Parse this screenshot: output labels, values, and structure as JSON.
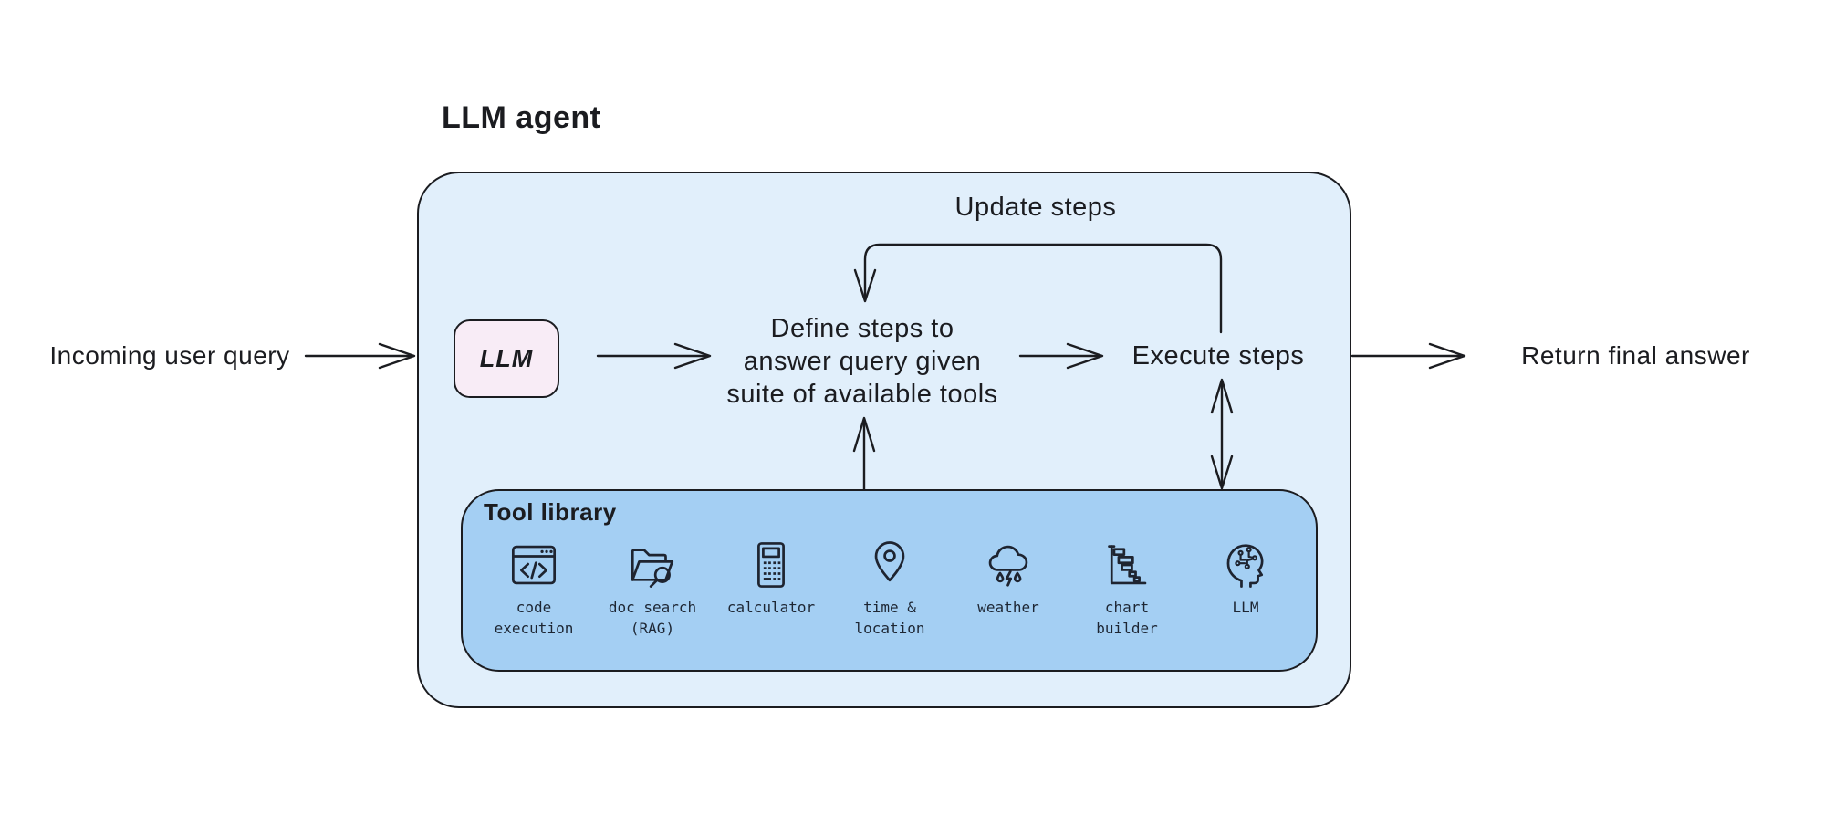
{
  "diagram": {
    "title": "LLM agent",
    "flow": {
      "incoming_label": "Incoming user query",
      "llm_box_label": "LLM",
      "define_line1": "Define steps to",
      "define_line2": "answer query given",
      "define_line3": "suite of available tools",
      "execute_label": "Execute steps",
      "update_label": "Update steps",
      "return_label": "Return final answer"
    },
    "tool_library": {
      "title": "Tool library",
      "tools": [
        {
          "icon": "code-execution-icon",
          "label_line1": "code",
          "label_line2": "execution"
        },
        {
          "icon": "doc-search-icon",
          "label_line1": "doc search",
          "label_line2": "(RAG)"
        },
        {
          "icon": "calculator-icon",
          "label_line1": "calculator",
          "label_line2": ""
        },
        {
          "icon": "time-location-icon",
          "label_line1": "time &",
          "label_line2": "location"
        },
        {
          "icon": "weather-icon",
          "label_line1": "weather",
          "label_line2": ""
        },
        {
          "icon": "chart-builder-icon",
          "label_line1": "chart",
          "label_line2": "builder"
        },
        {
          "icon": "llm-head-icon",
          "label_line1": "LLM",
          "label_line2": ""
        }
      ]
    },
    "colors": {
      "background": "#ffffff",
      "agent_box_fill": "#e1effb",
      "tool_box_fill": "#a4cff3",
      "llm_box_fill": "#f8ecf6",
      "stroke": "#1b1c20"
    }
  }
}
